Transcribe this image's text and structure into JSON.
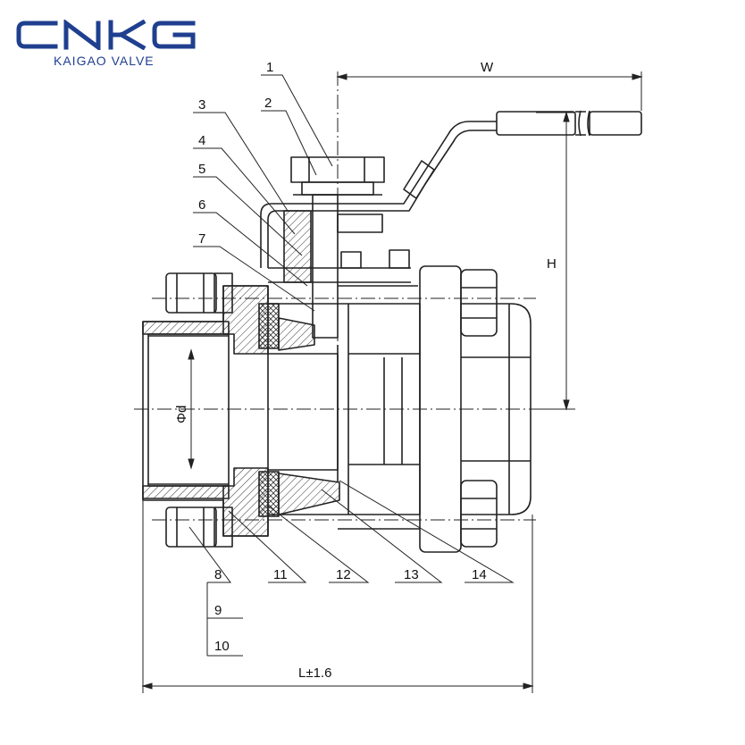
{
  "brand": {
    "logo_text": "CNKG",
    "subtitle": "KAIGAO VALVE",
    "color": "#1f3f8f"
  },
  "diagram": {
    "line_color": "#222222",
    "hatch_color": "#333333",
    "dimensions": {
      "width": "W",
      "height": "H",
      "bore": "Φd",
      "length": "L±1.6"
    },
    "parts": [
      "1",
      "2",
      "3",
      "4",
      "5",
      "6",
      "7",
      "8",
      "9",
      "10",
      "11",
      "12",
      "13",
      "14"
    ]
  }
}
